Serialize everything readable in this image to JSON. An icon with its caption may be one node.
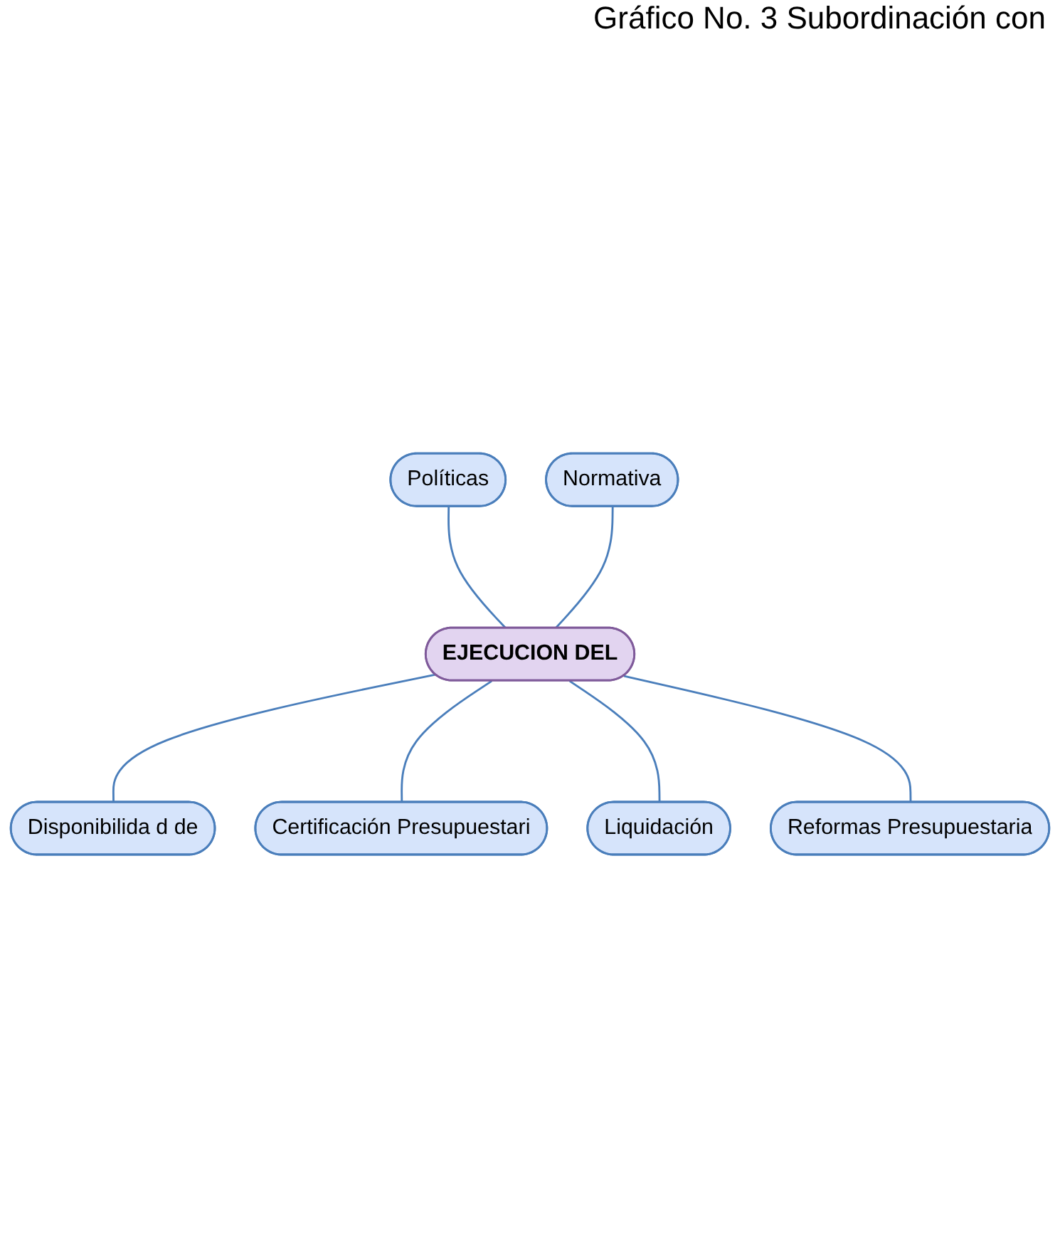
{
  "diagram": {
    "title": "Gráfico No. 3 Subordinación con",
    "nodes": [
      {
        "text": [
          "Políticas"
        ]
      },
      {
        "text": [
          "Normativa"
        ]
      },
      {
        "text": [
          "EJECUCION DEL"
        ]
      },
      {
        "text": [
          "Disponibilida d de"
        ]
      },
      {
        "text": [
          "Certificación Presupuestari"
        ]
      },
      {
        "text": [
          "Liquidación"
        ]
      },
      {
        "text": [
          "Reformas Presupuestaria"
        ]
      }
    ],
    "edges": [
      {
        "from": 0,
        "to": 2,
        "arrow": "none"
      },
      {
        "from": 1,
        "to": 2,
        "arrow": "none"
      },
      {
        "from": 2,
        "to": 3,
        "arrow": "none"
      },
      {
        "from": 2,
        "to": 4,
        "arrow": "none"
      },
      {
        "from": 2,
        "to": 5,
        "arrow": "none"
      },
      {
        "from": 2,
        "to": 6,
        "arrow": "none"
      }
    ]
  }
}
